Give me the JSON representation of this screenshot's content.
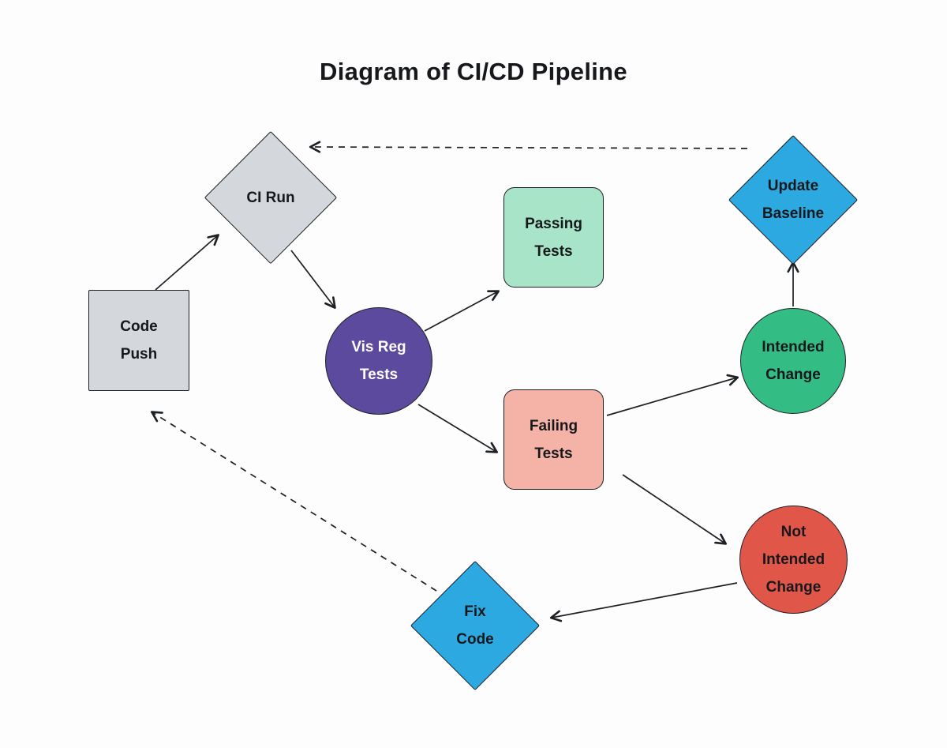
{
  "title": "Diagram of CI/CD Pipeline",
  "colors": {
    "gray": "#d4d7db",
    "purple": "#5b4a9e",
    "mint": "#a7e4c8",
    "salmon": "#f5b3a8",
    "green": "#33bd84",
    "red": "#e0574a",
    "blue": "#2da9e1",
    "ink": "#1d2025",
    "background": "#fdfdfd"
  },
  "nodes": {
    "code_push": {
      "label": [
        "Code",
        "Push"
      ],
      "shape": "rectangle",
      "color": "gray"
    },
    "ci_run": {
      "label": [
        "CI Run"
      ],
      "shape": "diamond",
      "color": "gray"
    },
    "vis_reg_tests": {
      "label": [
        "Vis Reg",
        "Tests"
      ],
      "shape": "circle",
      "color": "purple"
    },
    "passing_tests": {
      "label": [
        "Passing",
        "Tests"
      ],
      "shape": "rounded-rectangle",
      "color": "mint"
    },
    "failing_tests": {
      "label": [
        "Failing",
        "Tests"
      ],
      "shape": "rounded-rectangle",
      "color": "salmon"
    },
    "intended_change": {
      "label": [
        "Intended",
        "Change"
      ],
      "shape": "circle",
      "color": "green"
    },
    "not_intended_change": {
      "label": [
        "Not",
        "Intended",
        "Change"
      ],
      "shape": "circle",
      "color": "red"
    },
    "update_baseline": {
      "label": [
        "Update",
        "Baseline"
      ],
      "shape": "diamond",
      "color": "blue"
    },
    "fix_code": {
      "label": [
        "Fix",
        "Code"
      ],
      "shape": "diamond",
      "color": "blue"
    }
  },
  "edges": [
    {
      "from": "code_push",
      "to": "ci_run",
      "style": "solid"
    },
    {
      "from": "ci_run",
      "to": "vis_reg_tests",
      "style": "solid"
    },
    {
      "from": "vis_reg_tests",
      "to": "passing_tests",
      "style": "solid"
    },
    {
      "from": "vis_reg_tests",
      "to": "failing_tests",
      "style": "solid"
    },
    {
      "from": "failing_tests",
      "to": "intended_change",
      "style": "solid"
    },
    {
      "from": "failing_tests",
      "to": "not_intended_change",
      "style": "solid"
    },
    {
      "from": "intended_change",
      "to": "update_baseline",
      "style": "solid"
    },
    {
      "from": "not_intended_change",
      "to": "fix_code",
      "style": "solid"
    },
    {
      "from": "update_baseline",
      "to": "ci_run",
      "style": "dashed"
    },
    {
      "from": "fix_code",
      "to": "code_push",
      "style": "dashed"
    }
  ]
}
